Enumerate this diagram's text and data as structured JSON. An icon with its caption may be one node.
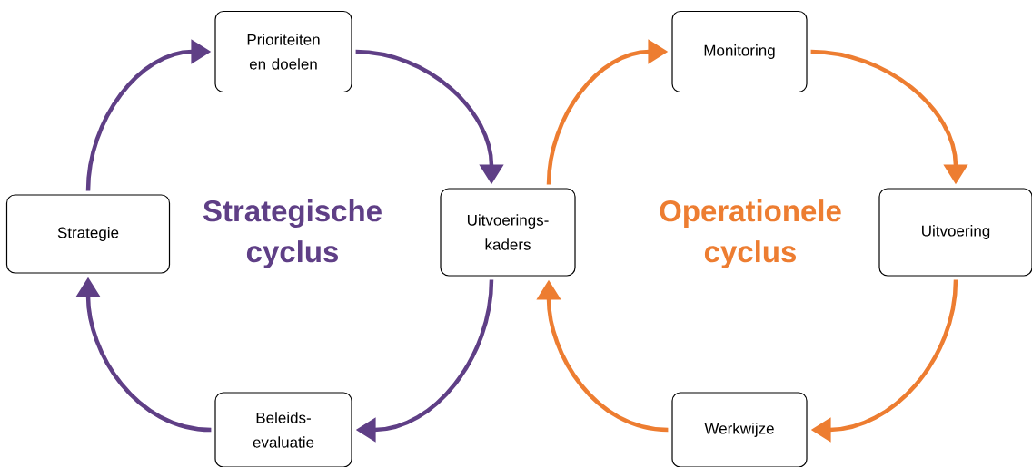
{
  "diagram": {
    "nodes": [
      {
        "text": [
          "Prioriteiten en doelen"
        ]
      },
      {
        "text": [
          "Uitvoerings- kaders"
        ]
      },
      {
        "text": [
          "Beleids- evaluatie"
        ]
      },
      {
        "text": [
          "Strategie"
        ]
      },
      {
        "text": [
          "Monitoring"
        ]
      },
      {
        "text": [
          "Uitvoering"
        ]
      },
      {
        "text": [
          "Werkwijze"
        ]
      }
    ],
    "edges": [
      {
        "from": 3,
        "to": 0,
        "arrow": "to",
        "color": "#5f3f86"
      },
      {
        "from": 0,
        "to": 1,
        "arrow": "to",
        "color": "#5f3f86"
      },
      {
        "from": 1,
        "to": 2,
        "arrow": "to",
        "color": "#5f3f86"
      },
      {
        "from": 2,
        "to": 3,
        "arrow": "to",
        "color": "#5f3f86"
      },
      {
        "from": 1,
        "to": 4,
        "arrow": "to",
        "color": "#ed7d31"
      },
      {
        "from": 4,
        "to": 5,
        "arrow": "to",
        "color": "#ed7d31"
      },
      {
        "from": 5,
        "to": 6,
        "arrow": "to",
        "color": "#ed7d31"
      },
      {
        "from": 6,
        "to": 1,
        "arrow": "to",
        "color": "#ed7d31"
      }
    ],
    "labels": [
      "Strategische cyclus",
      "Operationele cyclus"
    ]
  }
}
